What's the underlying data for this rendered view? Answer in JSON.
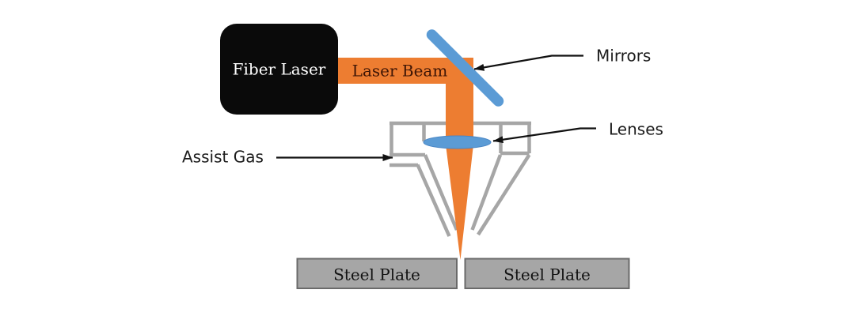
{
  "labels": {
    "fiber_laser": "Fiber Laser",
    "laser_beam": "Laser Beam",
    "mirrors": "Mirrors",
    "lenses": "Lenses",
    "assist_gas": "Assist Gas",
    "steel_plate_left": "Steel Plate",
    "steel_plate_right": "Steel Plate"
  },
  "colors": {
    "beam_orange": "#ED7D31",
    "optic_blue": "#5B9BD5",
    "nozzle_gray": "#A6A6A6",
    "plate_gray": "#A6A6A6",
    "laser_box_black": "#0A0A0A",
    "arrow_black": "#111111",
    "fiber_laser_text": "#FFFFFF",
    "laser_beam_text": "#3E1505"
  }
}
